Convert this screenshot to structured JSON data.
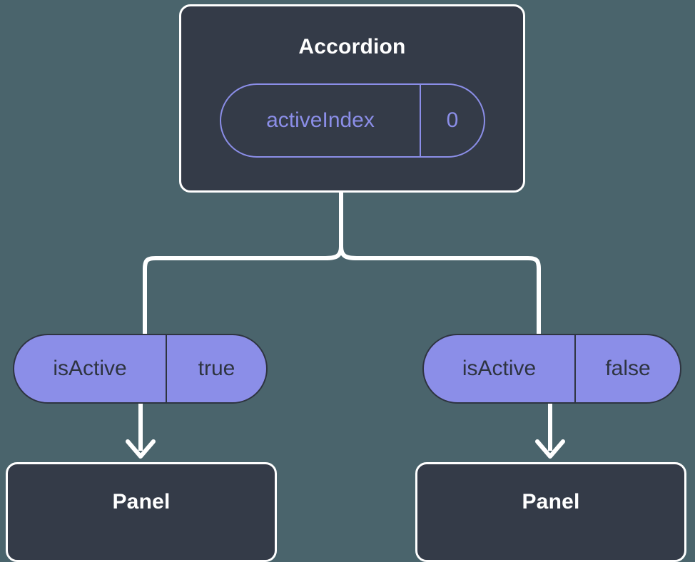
{
  "diagram": {
    "type": "component-state-tree",
    "background_color": "#4a646c",
    "node_fill_color": "#343b48",
    "node_border_color": "#ffffff",
    "accent_color": "#8b8ee8",
    "pill_text_color": "#2e3440",
    "connector_color": "#ffffff"
  },
  "root": {
    "title": "Accordion",
    "state_pill": {
      "key": "activeIndex",
      "value": "0"
    }
  },
  "branches": [
    {
      "prop_pill": {
        "key": "isActive",
        "value": "true"
      },
      "child": {
        "title": "Panel"
      }
    },
    {
      "prop_pill": {
        "key": "isActive",
        "value": "false"
      },
      "child": {
        "title": "Panel"
      }
    }
  ]
}
